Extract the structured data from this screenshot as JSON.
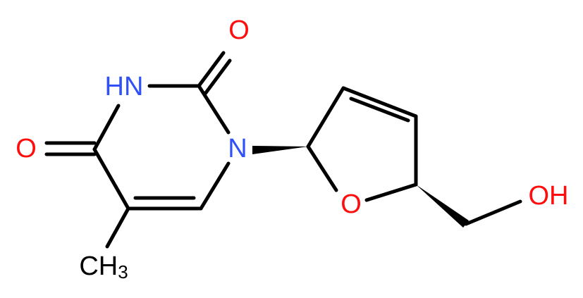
{
  "molecule": {
    "atoms": {
      "o_top": {
        "label": "O",
        "color": "#ff0d0d"
      },
      "hn": {
        "label": "HN",
        "color": "#3050f8"
      },
      "o_left": {
        "label": "O",
        "color": "#ff0d0d"
      },
      "n1": {
        "label": "N",
        "color": "#3050f8"
      },
      "o_ring": {
        "label": "O",
        "color": "#ff0d0d"
      },
      "oh": {
        "label": "OH",
        "color": "#ff0d0d"
      },
      "ch3_main": {
        "label": "CH",
        "color": "#000000"
      },
      "ch3_sub": {
        "label": "3",
        "color": "#000000"
      }
    }
  }
}
